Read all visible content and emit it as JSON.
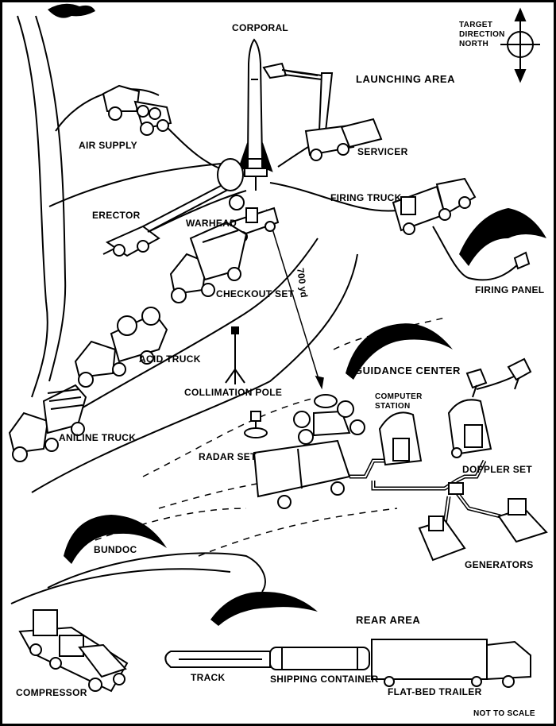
{
  "labels": {
    "corporal": "CORPORAL",
    "target_direction_line1": "TARGET",
    "target_direction_line2": "DIRECTION",
    "target_direction_line3": "NORTH",
    "launching_area": "LAUNCHING AREA",
    "air_supply": "AIR SUPPLY",
    "servicer": "SERVICER",
    "firing_truck": "FIRING TRUCK",
    "erector": "ERECTOR",
    "warhead": "WARHEAD",
    "firing_panel": "FIRING PANEL",
    "checkout_set": "CHECKOUT SET",
    "distance": "700 yd",
    "acid_truck": "ACID TRUCK",
    "guidance_center": "GUIDANCE CENTER",
    "computer_station_line1": "COMPUTER",
    "computer_station_line2": "STATION",
    "collimation_pole": "COLLIMATION POLE",
    "aniline_truck": "ANILINE TRUCK",
    "radar_set": "RADAR SET",
    "doppler_set": "DOPPLER SET",
    "generators": "GENERATORS",
    "bundoc": "BUNDOC",
    "rear_area": "REAR AREA",
    "compressor": "COMPRESSOR",
    "track": "TRACK",
    "shipping_container": "SHIPPING CONTAINER",
    "flat_bed_trailer": "FLAT-BED TRAILER",
    "not_to_scale": "NOT TO SCALE"
  },
  "colors": {
    "ink": "#000000",
    "paper": "#ffffff"
  }
}
